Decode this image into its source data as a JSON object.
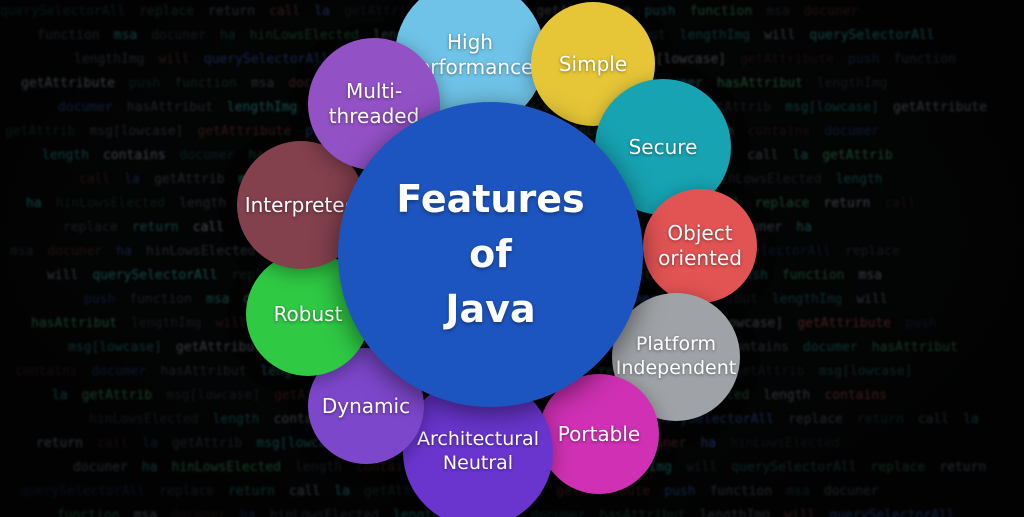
{
  "diagram": {
    "title": "Features\nof\nJava",
    "center_color": "#1d55c0",
    "title_color": "#ffffff"
  },
  "features": [
    {
      "label": "High\nPerformance",
      "color": "#6fc3e8"
    },
    {
      "label": "Simple",
      "color": "#e6c637"
    },
    {
      "label": "Secure",
      "color": "#17a3b2"
    },
    {
      "label": "Object\noriented",
      "color": "#e25353"
    },
    {
      "label": "Platform\nIndependent",
      "color": "#9fa2a6"
    },
    {
      "label": "Portable",
      "color": "#cf30b4"
    },
    {
      "label": "Architectural\nNeutral",
      "color": "#6a35cf"
    },
    {
      "label": "Dynamic",
      "color": "#7d47cc"
    },
    {
      "label": "Robust",
      "color": "#2fc944"
    },
    {
      "label": "Interpreted",
      "color": "#83404d"
    },
    {
      "label": "Multi-\nthreaded",
      "color": "#9351c6"
    }
  ],
  "background": {
    "words": [
      "querySelectorAll",
      "getAttribute",
      "length",
      "replace",
      "push",
      "contains",
      "return",
      "function",
      "documer",
      "call",
      "msa",
      "hasAttribut",
      "la",
      "docuner",
      "lengthImg",
      "getAttrib",
      "ha",
      "will",
      "msg[lowcase]",
      "hinLowsElected"
    ],
    "colors": [
      "#2fa9a3",
      "#3f9f66",
      "#7f8a96",
      "#9b4747",
      "#3a66c0",
      "#56606c",
      "#2fa9a3",
      "#8f9aa8"
    ]
  }
}
